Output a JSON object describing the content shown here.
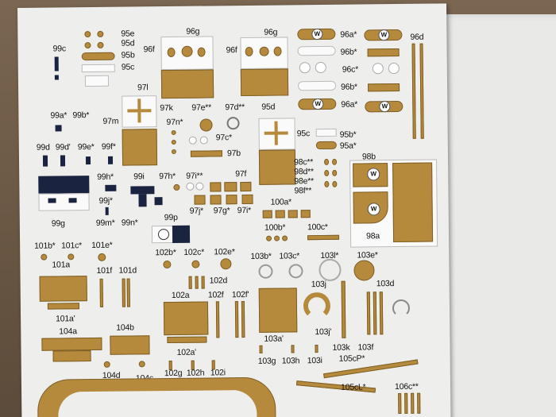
{
  "photo": {
    "subject": "cardboard model sheet",
    "labels": {
      "l99c": "99c",
      "l95e": "95e",
      "l95d": "95d",
      "l95b": "95b",
      "l95c_top": "95c",
      "l96f_a": "96f",
      "l96g_a": "96g",
      "l96f_b": "96f",
      "l96g_b": "96g",
      "l96a_1": "96a*",
      "l96d": "96d",
      "l96b_1": "96b*",
      "l96c": "96c*",
      "l96b_2": "96b*",
      "l96a_2": "96a*",
      "l97l": "97l",
      "l97m": "97m",
      "l97k": "97k",
      "l97e": "97e**",
      "l97d": "97d**",
      "l95d_mid": "95d",
      "l99a": "99a*",
      "l99b": "99b*",
      "l97n": "97n*",
      "l97c": "97c*",
      "l97b": "97b",
      "l95c_mid": "95c",
      "l95b_mid": "95b*",
      "l95a": "95a*",
      "l99d": "99d",
      "l99d2": "99d'",
      "l99e": "99e*",
      "l99f": "99f*",
      "l98c": "98c**",
      "l98d": "98d**",
      "l98e": "98e**",
      "l98f": "98f**",
      "l98b": "98b",
      "l99h": "99h*",
      "l99i": "99i",
      "l97h": "97h*",
      "l97i_dbl": "97i**",
      "l97f": "97f",
      "l99j": "99j*",
      "l97j": "97j*",
      "l97g": "97g*",
      "l97i": "97i*",
      "l100a": "100a*",
      "l99g": "99g",
      "l99m": "99m*",
      "l99n": "99n*",
      "l99p": "99p",
      "l100b": "100b*",
      "l100c": "100c*",
      "l98a": "98a",
      "l101b": "101b*",
      "l101c": "101c*",
      "l101e": "101e*",
      "l102b": "102b*",
      "l102c": "102c*",
      "l102e": "102e*",
      "l103b": "103b*",
      "l103c": "103c*",
      "l103l": "103l*",
      "l103e": "103e*",
      "l101a": "101a",
      "l101f": "101f",
      "l101d": "101d",
      "l102d": "102d",
      "l102a": "102a",
      "l102f": "102f",
      "l102f2": "102f'",
      "l103j": "103j",
      "l103d": "103d",
      "l101a2": "101a'",
      "l104a": "104a",
      "l104b": "104b",
      "l103a": "103a'",
      "l103j2": "103j'",
      "l102a2": "102a'",
      "l103k": "103k",
      "l103f": "103f",
      "l104d": "104d",
      "l104c": "104c",
      "l102g": "102g",
      "l102h": "102h",
      "l102i": "102i",
      "l103g": "103g",
      "l103h": "103h",
      "l103i": "103i",
      "l105cP": "105cP*",
      "l105cL": "105cL*",
      "l106c": "106c**"
    },
    "badges": {
      "w": "W"
    },
    "colors": {
      "card": "#b58a3c",
      "navy": "#1a2440",
      "paper": "#eeeeec",
      "background": "#6b5a48"
    }
  }
}
